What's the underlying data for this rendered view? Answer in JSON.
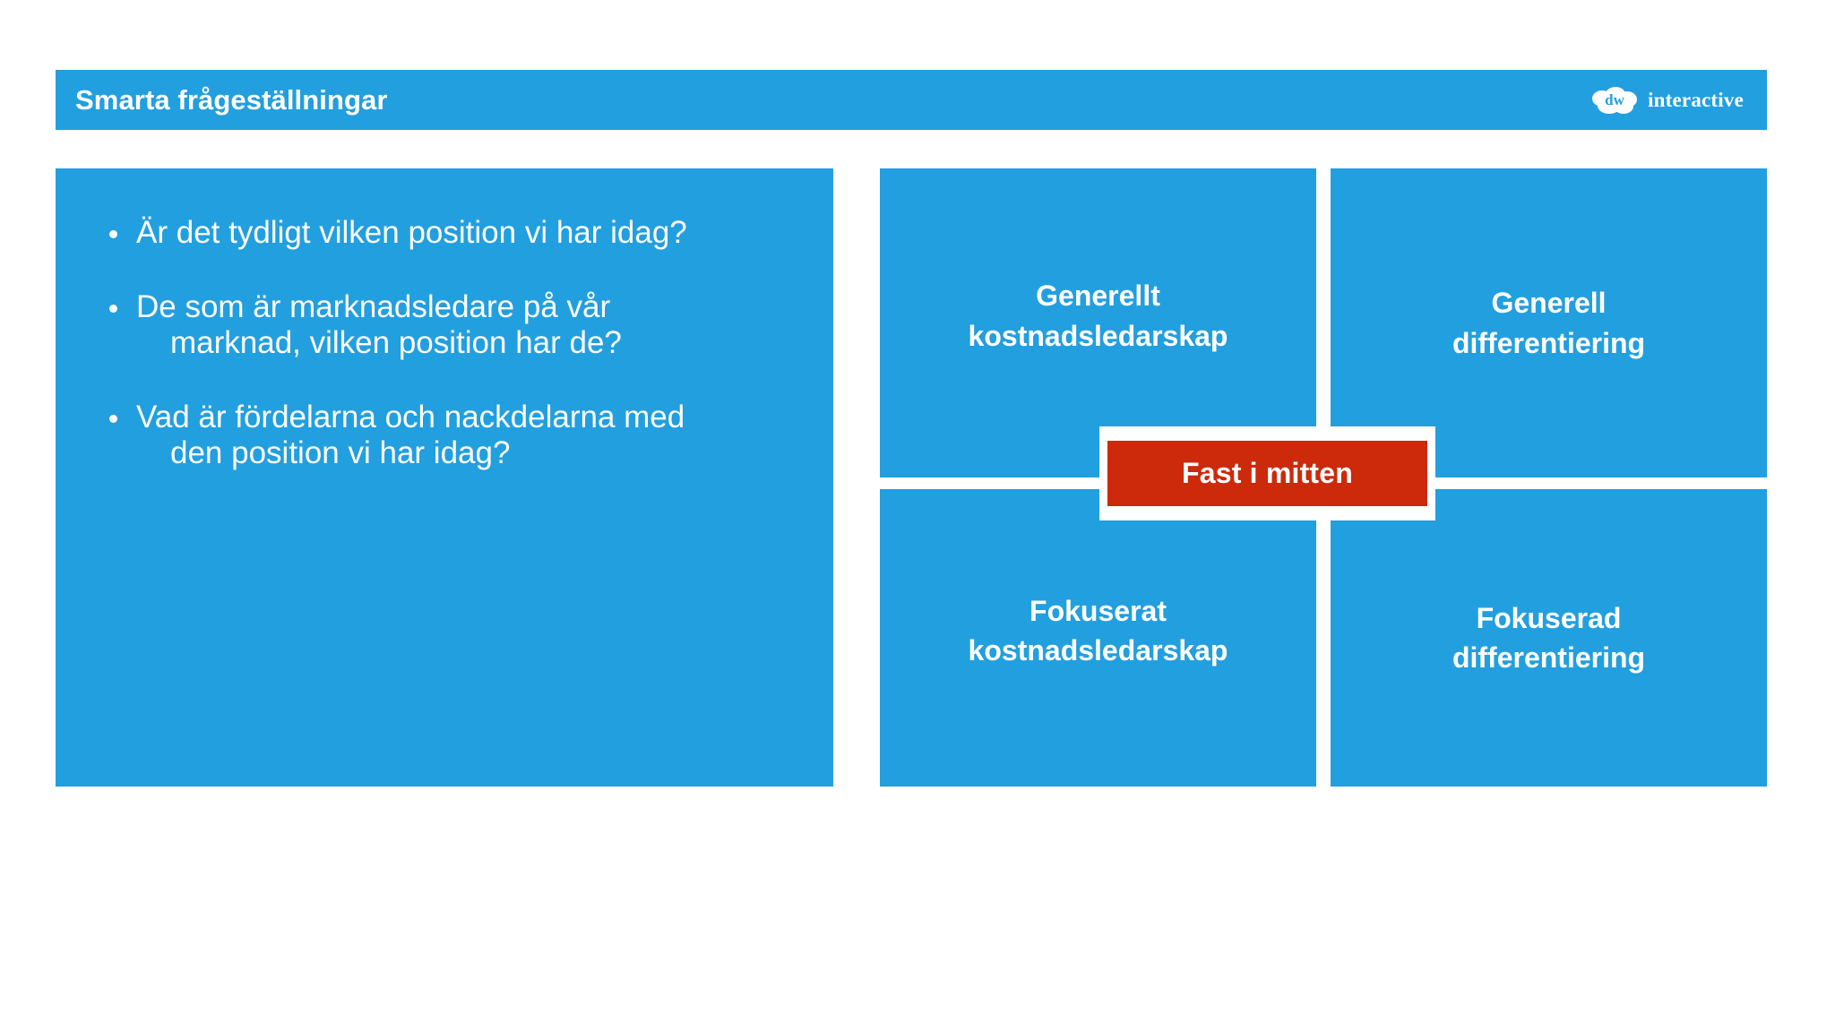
{
  "slide": {
    "background_color": "#ffffff",
    "accent_color": "#229FDF",
    "highlight_color": "#CC2A0B",
    "text_color": "#ffffff"
  },
  "header": {
    "title": "Smarta frågeställningar",
    "logo": {
      "mark_text": "dw",
      "word": "interactive"
    }
  },
  "left_panel": {
    "bullets": [
      {
        "line1": "Är det tydligt vilken position vi har idag?",
        "line2": ""
      },
      {
        "line1": "De som är marknadsledare på vår",
        "line2": "marknad, vilken position har de?"
      },
      {
        "line1": "Vad är fördelarna och nackdelarna med",
        "line2": "den position vi har idag?"
      }
    ]
  },
  "matrix": {
    "quadrants": [
      {
        "id": "top-left",
        "line1": "Generellt",
        "line2": "kostnadsledarskap"
      },
      {
        "id": "top-right",
        "line1": "Generell",
        "line2": "differentiering"
      },
      {
        "id": "bottom-left",
        "line1": "Fokuserat",
        "line2": "kostnadsledarskap"
      },
      {
        "id": "bottom-right",
        "line1": "Fokuserad",
        "line2": "differentiering"
      }
    ],
    "center_badge": {
      "label": "Fast i mitten",
      "color": "#CC2A0B"
    }
  }
}
